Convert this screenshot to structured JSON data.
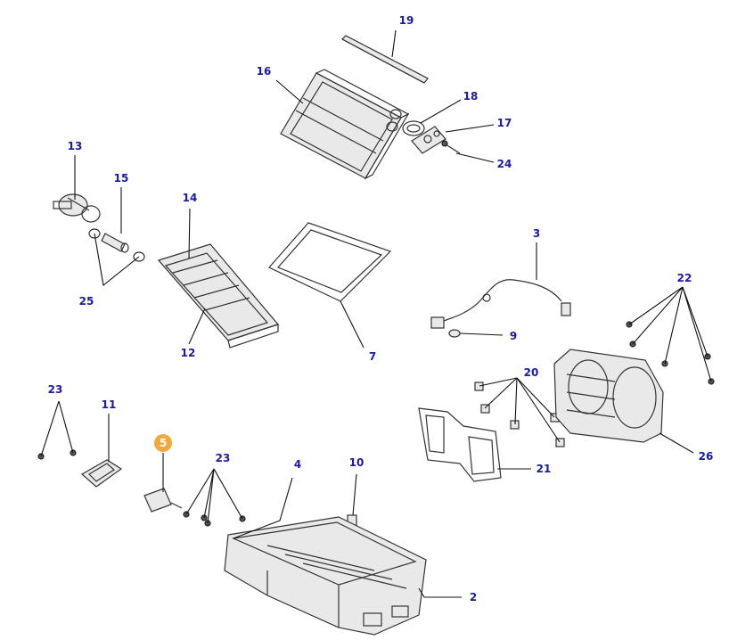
{
  "callouts": [
    {
      "id": "c19",
      "label": "19"
    },
    {
      "id": "c16",
      "label": "16"
    },
    {
      "id": "c18",
      "label": "18"
    },
    {
      "id": "c17",
      "label": "17"
    },
    {
      "id": "c24",
      "label": "24"
    },
    {
      "id": "c13",
      "label": "13"
    },
    {
      "id": "c15",
      "label": "15"
    },
    {
      "id": "c14",
      "label": "14"
    },
    {
      "id": "c25",
      "label": "25"
    },
    {
      "id": "c12",
      "label": "12"
    },
    {
      "id": "c7",
      "label": "7"
    },
    {
      "id": "c3",
      "label": "3"
    },
    {
      "id": "c9",
      "label": "9"
    },
    {
      "id": "c22",
      "label": "22"
    },
    {
      "id": "c20",
      "label": "20"
    },
    {
      "id": "c26",
      "label": "26"
    },
    {
      "id": "c21",
      "label": "21"
    },
    {
      "id": "c23a",
      "label": "23"
    },
    {
      "id": "c11",
      "label": "11"
    },
    {
      "id": "c5",
      "label": "5",
      "highlighted": true
    },
    {
      "id": "c23b",
      "label": "23"
    },
    {
      "id": "c4",
      "label": "4"
    },
    {
      "id": "c10",
      "label": "10"
    },
    {
      "id": "c2",
      "label": "2"
    }
  ],
  "colors": {
    "callout_text": "#1a1aa6",
    "highlight": "#f2a93b",
    "line_art": "#333333"
  }
}
